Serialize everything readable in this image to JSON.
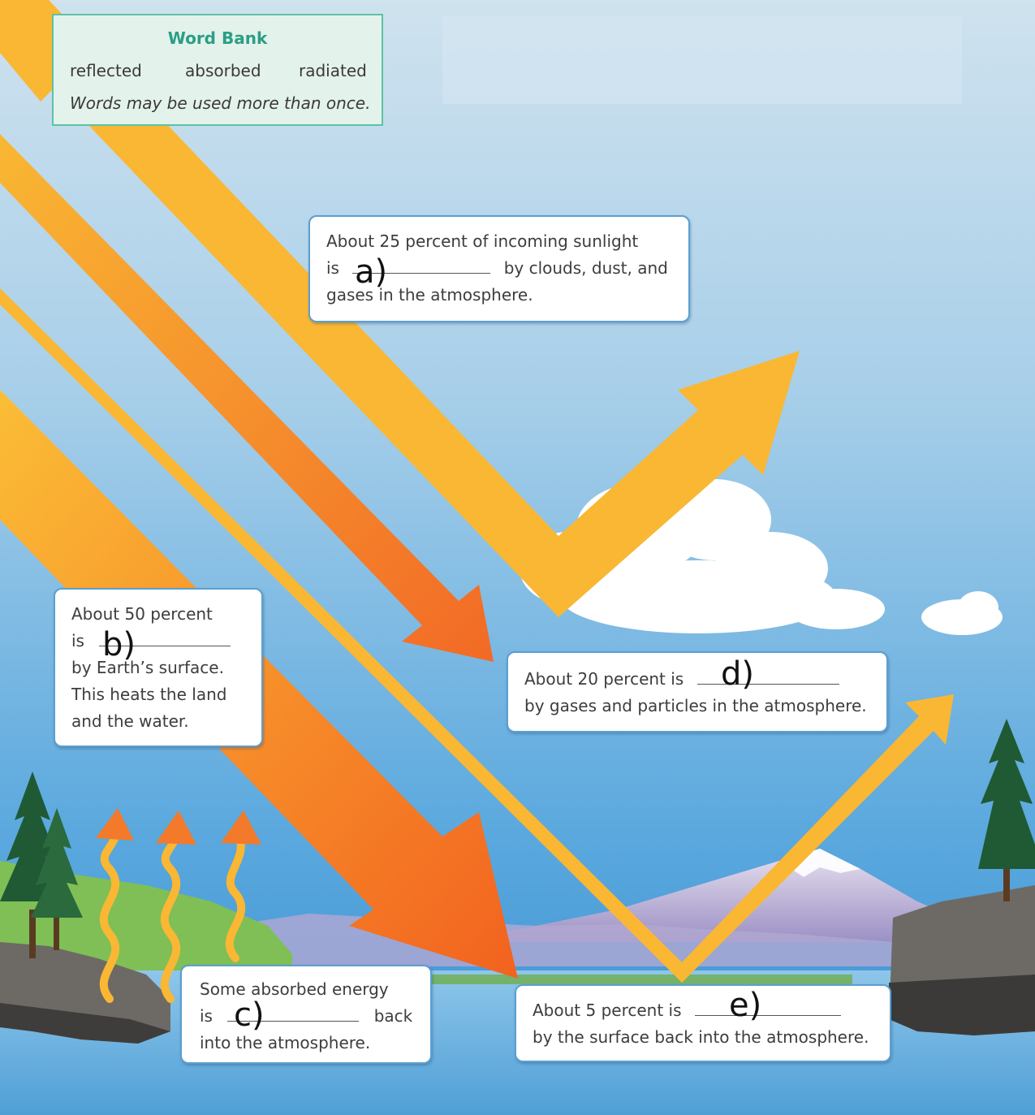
{
  "word_bank": {
    "title": "Word Bank",
    "words": [
      "reflected",
      "absorbed",
      "radiated"
    ],
    "note": "Words may be used more than once."
  },
  "boxes": {
    "a": {
      "line1": "About 25 percent of incoming sunlight",
      "line2_pre": "is",
      "line2_post": "by clouds, dust, and",
      "line3": "gases in the atmosphere.",
      "answer": "a)"
    },
    "b": {
      "line1": "About 50 percent",
      "line2_pre": "is",
      "line3": "by Earth’s surface.",
      "line4": "This heats the land",
      "line5": "and the water.",
      "answer": "b)"
    },
    "c": {
      "line1": "Some absorbed energy",
      "line2_pre": "is",
      "line2_post": "back",
      "line3": "into the atmosphere.",
      "answer": "c)"
    },
    "d": {
      "line1_pre": "About 20 percent is",
      "line2": "by gases and particles in the atmosphere.",
      "answer": "d)"
    },
    "e": {
      "line1_pre": "About 5 percent is",
      "line2": "by the surface back into the atmosphere.",
      "answer": "e)"
    }
  },
  "colors": {
    "sky_top": "#c9e0ef",
    "sky_bottom": "#3f96d6",
    "arrow_yellow": "#f9b733",
    "arrow_orange": "#f26a26",
    "box_border": "#5b9fd0",
    "word_bank_border": "#5cc2a6",
    "word_bank_title": "#2b9e86"
  }
}
